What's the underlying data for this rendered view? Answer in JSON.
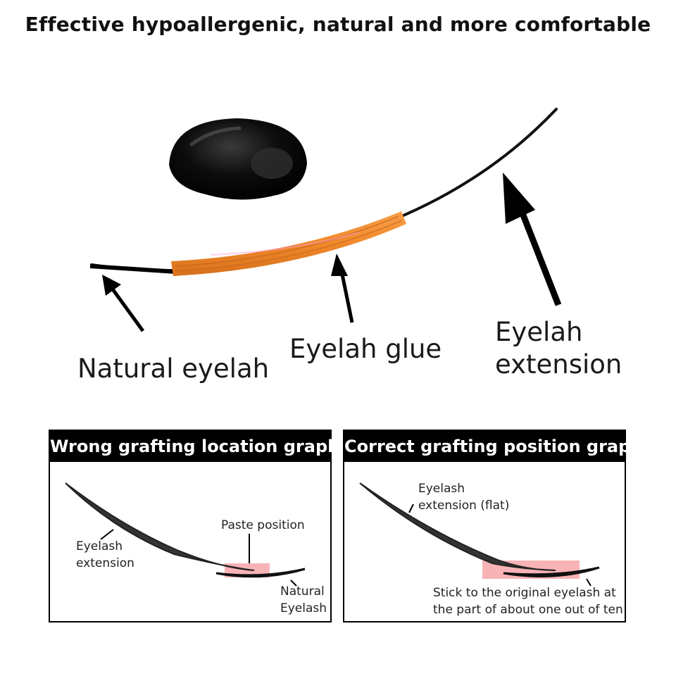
{
  "title": "Effective hypoallergenic, natural and more comfortable",
  "main_diagram": {
    "natural_eyelash_label": "Natural eyelah",
    "glue_label": "Eyelah glue",
    "extension_label_line1": "Eyelah",
    "extension_label_line2": "extension",
    "colors": {
      "glue": "#f0892a",
      "glue_dark": "#c8631a",
      "lash": "#111111",
      "drop": "#000000"
    }
  },
  "wrong_panel": {
    "header": "Wrong grafting location graph",
    "extension_line1": "Eyelash",
    "extension_line2": "extension",
    "paste_position": "Paste position",
    "natural_line1": "Natural",
    "natural_line2": "Eyelash",
    "highlight_color": "#f7b3b6"
  },
  "correct_panel": {
    "header": "Correct grafting position graph",
    "extension_line1": "Eyelash",
    "extension_line2": "extension (flat)",
    "stick_line1": "Stick to the original eyelash at",
    "stick_line2": "the part of about one out of ten",
    "highlight_color": "#f7b3b6"
  }
}
